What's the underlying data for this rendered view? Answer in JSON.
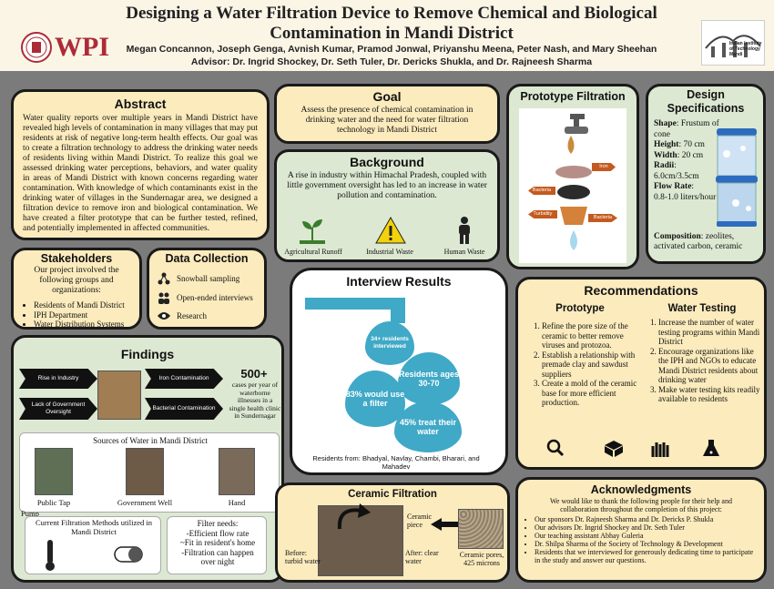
{
  "header": {
    "title_line1": "Designing a Water Filtration Device to Remove Chemical and Biological",
    "title_line2": "Contamination in Mandi District",
    "authors": "Megan Concannon, Joseph Genga, Avnish Kumar, Pramod Jonwal, Priyanshu Meena, Peter Nash, and Mary Sheehan",
    "advisors": "Advisor: Dr. Ingrid Shockey, Dr. Seth Tuler, Dr. Dericks Shukla, and Dr. Rajneesh Sharma",
    "wpi_logo_text": "WPI",
    "iit_logo_text": "Indian Institute of Technology Mandi"
  },
  "abstract": {
    "title": "Abstract",
    "text": "Water quality reports over multiple years in Mandi District have revealed high levels of contamination in many villages that may put residents at risk of negative long-term health effects. Our goal was to create a filtration technology to address the drinking water needs of residents living within Mandi District. To realize this goal we assessed drinking water perceptions, behaviors, and water quality in areas of Mandi District with known concerns regarding water contamination. With knowledge of which contaminants exist in the drinking water of villages in the Sundernagar area, we designed a filtration device to remove iron and biological contamination. We have created a filter prototype that can be further tested, refined, and potentially implemented in affected communities."
  },
  "goal": {
    "title": "Goal",
    "text": "Assess the presence of chemical contamination in drinking water and the need for water filtration technology in Mandi District"
  },
  "background": {
    "title": "Background",
    "text": "A rise in industry within Himachal Pradesh, coupled with little government oversight has led to an increase in water pollution and contamination.",
    "icons": [
      {
        "label": "Agricultural Runoff",
        "icon": "plant-icon"
      },
      {
        "label": "Industrial Waste",
        "icon": "warning-icon"
      },
      {
        "label": "Human Waste",
        "icon": "person-icon"
      }
    ]
  },
  "prototype_filtration": {
    "title": "Prototype Filtration",
    "labels": [
      "Iron",
      "Bacteria",
      "Turbidity",
      "Bacteria"
    ]
  },
  "design_specs": {
    "title_line1": "Design",
    "title_line2": "Specifications",
    "specs": [
      {
        "label": "Shape",
        "value": ": Frustum of cone"
      },
      {
        "label": "Height",
        "value": ": 70 cm"
      },
      {
        "label": "Width",
        "value": ": 20 cm"
      },
      {
        "label": "Radii",
        "value": ":"
      },
      {
        "label": "",
        "value": "6.0cm/3.5cm"
      },
      {
        "label": "Flow Rate",
        "value": ":"
      },
      {
        "label": "",
        "value": "0.8-1.0 liters/hour"
      }
    ],
    "composition_label": "Composition",
    "composition_value": ": zeolites, activated carbon, ceramic"
  },
  "stakeholders": {
    "title": "Stakeholders",
    "intro": "Our project involved the following groups and organizations:",
    "items": [
      "Residents of Mandi District",
      "IPH Department",
      "Water Distribution Systems"
    ]
  },
  "data_collection": {
    "title": "Data Collection",
    "items": [
      {
        "label": "Snowball sampling",
        "icon": "network-icon"
      },
      {
        "label": "Open-ended interviews",
        "icon": "people-icon"
      },
      {
        "label": "Research",
        "icon": "eye-icon"
      }
    ]
  },
  "interview": {
    "title": "Interview Results",
    "drops": [
      "34+ residents interviewed",
      "Residents ages 30-70",
      "83% would use a filter",
      "45% treat their water"
    ],
    "footnote": "Residents from: Bhadyal, Navlay, Chambi, Bharari, and Mahadev"
  },
  "recommendations": {
    "title": "Recommendations",
    "prototype_title": "Prototype",
    "prototype_items": [
      "Refine the pore size of the ceramic to better remove viruses and protozoa.",
      "Establish a relationship with premade clay and sawdust suppliers",
      "Create a mold of the ceramic base for more efficient production."
    ],
    "testing_title": "Water Testing",
    "testing_items": [
      "Increase the number of water testing programs within Mandi District",
      "Encourage organizations like the IPH and NGOs to educate Mandi District residents about drinking water",
      "Make water testing kits readily available to residents"
    ]
  },
  "findings": {
    "title": "Findings",
    "chevrons": [
      "Rise in Industry",
      "Lack of Government Oversight",
      "Iron Contamination",
      "Bacterial Contamination"
    ],
    "stat_big": "500+",
    "stat_text": "cases per year of waterborne illnesses in a single health clinic in Sundernagar",
    "sources_title": "Sources of Water in Mandi District",
    "sources": [
      "Public Tap",
      "Government Well",
      "Hand"
    ],
    "sources_overflow": "Pump",
    "methods_title": "Current Filtration Methods utilized in Mandi District",
    "needs_title": "Filter needs:",
    "needs": [
      "-Efficient flow rate",
      "~Fit in resident's home",
      "-Filtration can happen",
      "over night"
    ]
  },
  "ceramic": {
    "title": "Ceramic Filtration",
    "before": "Before: turbid water",
    "after": "After: clear water",
    "piece": "Ceramic piece",
    "pores": "Ceramic pores, 425 microns"
  },
  "acknowledgments": {
    "title": "Acknowledgments",
    "intro": "We would like to thank the following people for their help and collaboration throughout the completion of this project:",
    "items": [
      "Our sponsors Dr. Rajneesh Sharma and Dr. Dericks P. Shukla",
      "Our advisors Dr. Ingrid Shockey and Dr. Seth Tuler",
      "Our teaching assistant Abhay Guleria",
      "Dr. Shilpa Sharma of the Society of Technology & Development",
      "Residents that we interviewed for generously dedicating time to participate in the study and answer our questions."
    ]
  },
  "colors": {
    "cream": "#fbebbd",
    "green": "#dde8d2",
    "water_blue": "#3fa9c7",
    "wpi_red": "#ac2b37"
  }
}
